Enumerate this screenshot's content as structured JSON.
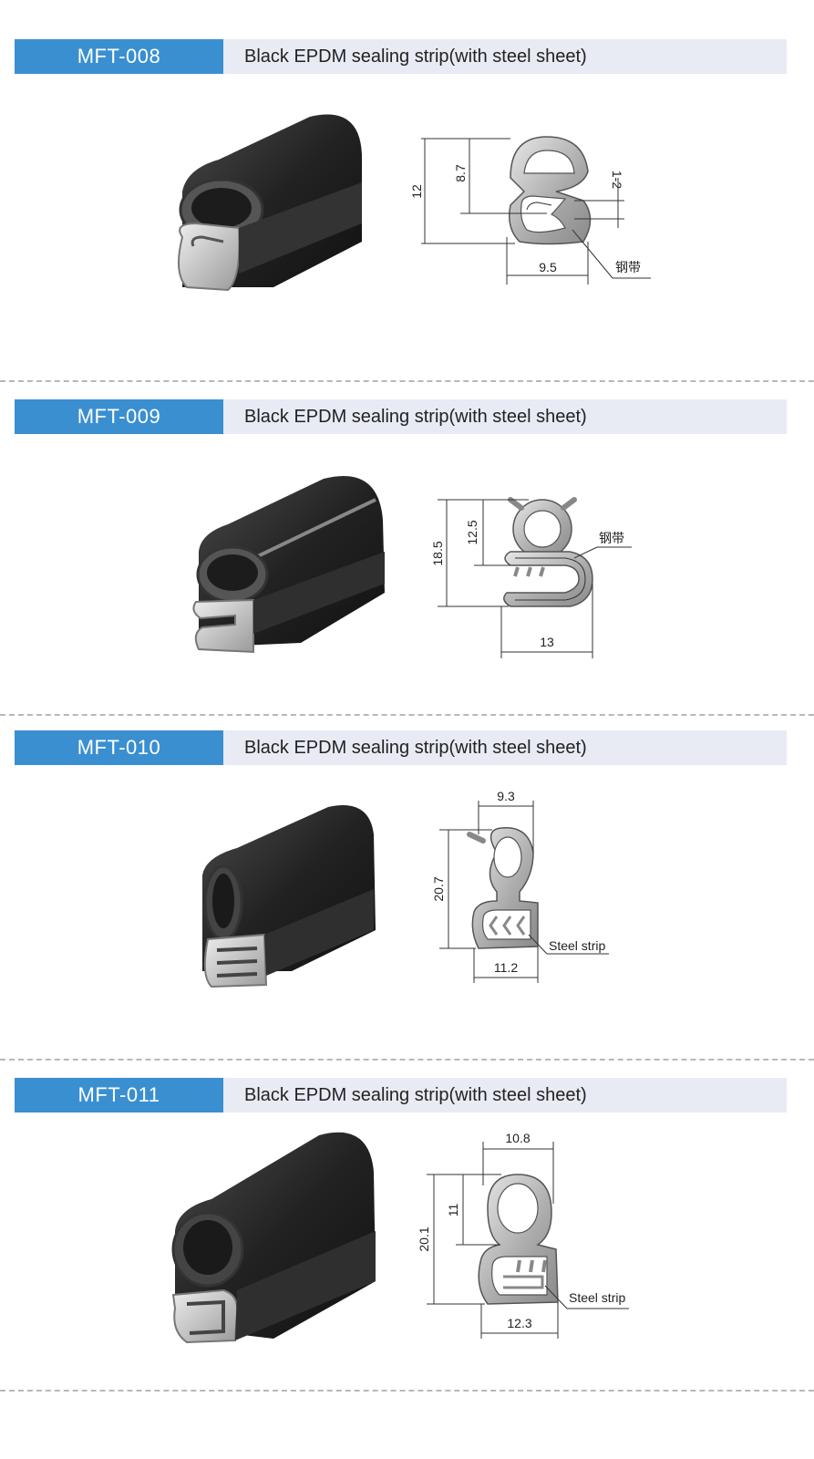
{
  "products": [
    {
      "code": "MFT-008",
      "description": "Black EPDM sealing strip(with steel sheet)",
      "dimensions": [
        "12",
        "8.7",
        "1-2",
        "9.5"
      ],
      "callout": "钢带"
    },
    {
      "code": "MFT-009",
      "description": "Black EPDM sealing strip(with steel sheet)",
      "dimensions": [
        "18.5",
        "12.5",
        "13"
      ],
      "callout": "钢带"
    },
    {
      "code": "MFT-010",
      "description": "Black EPDM sealing strip(with steel sheet)",
      "dimensions": [
        "9.3",
        "20.7",
        "11.2"
      ],
      "callout": "Steel strip"
    },
    {
      "code": "MFT-011",
      "description": "Black EPDM sealing strip(with steel sheet)",
      "dimensions": [
        "10.8",
        "11",
        "20.1",
        "12.3"
      ],
      "callout": "Steel strip"
    }
  ],
  "icons": [
    "rubber-strip-photo",
    "cross-section-drawing"
  ],
  "colors": {
    "code_bg": "#3a8fd0",
    "desc_bg": "#e8ebf4",
    "rubber": "#2a2a2a",
    "steel": "#c8c8c8"
  }
}
